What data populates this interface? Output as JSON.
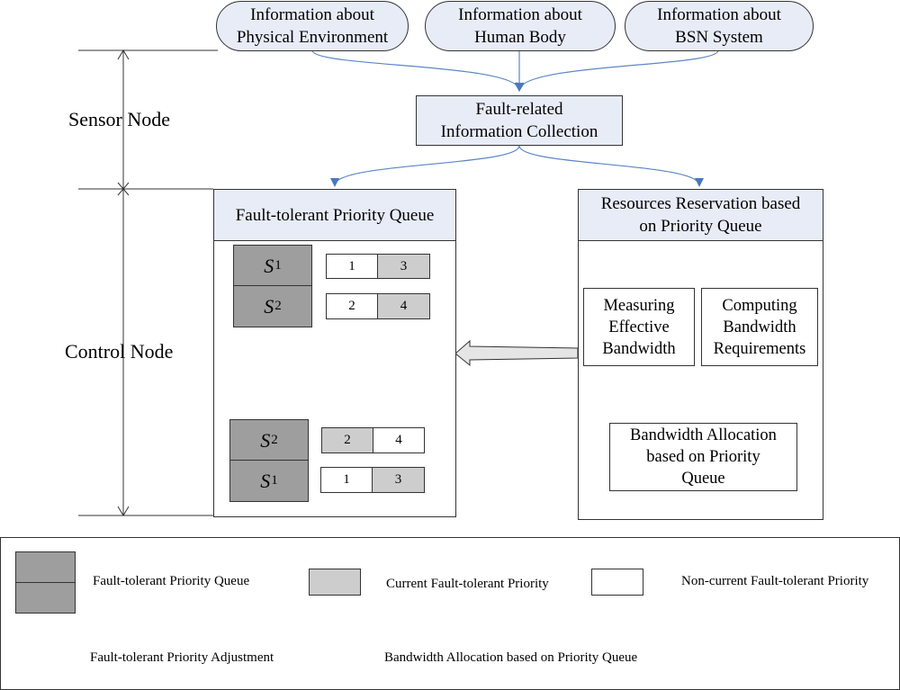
{
  "sources": [
    {
      "line1": "Information about",
      "line2": "Physical Environment"
    },
    {
      "line1": "Information about",
      "line2": "Human Body"
    },
    {
      "line1": "Information about",
      "line2": "BSN System"
    }
  ],
  "collection": {
    "line1": "Fault-related",
    "line2": "Information Collection"
  },
  "sides": {
    "sensor": "Sensor Node",
    "control": "Control Node"
  },
  "queue_panel": {
    "title": "Fault-tolerant Priority Queue",
    "before": [
      {
        "sensor": "S",
        "sub": "1",
        "cells": [
          "1",
          "3"
        ]
      },
      {
        "sensor": "S",
        "sub": "2",
        "cells": [
          "2",
          "4"
        ]
      }
    ],
    "after": [
      {
        "sensor": "S",
        "sub": "2",
        "cells": [
          "2",
          "4"
        ]
      },
      {
        "sensor": "S",
        "sub": "1",
        "cells": [
          "1",
          "3"
        ]
      }
    ]
  },
  "reservation_panel": {
    "title_line1": "Resources Reservation based",
    "title_line2": "on Priority Queue",
    "measure": [
      "Measuring",
      "Effective",
      "Bandwidth"
    ],
    "compute": [
      "Computing",
      "Bandwidth",
      "Requirements"
    ],
    "allocation": [
      "Bandwidth Allocation",
      "based on Priority",
      "Queue"
    ]
  },
  "legend": {
    "queue": "Fault-tolerant Priority Queue",
    "current": "Current Fault-tolerant Priority",
    "noncurrent": "Non-current Fault-tolerant Priority",
    "adjust": "Fault-tolerant Priority Adjustment",
    "allocation": "Bandwidth Allocation based on Priority Queue"
  },
  "colors": {
    "header_fill": "#e8ecf7",
    "queue_fill": "#9e9e9e",
    "current_fill": "#cdcdcd",
    "connector_blue": "#5b86c5"
  }
}
